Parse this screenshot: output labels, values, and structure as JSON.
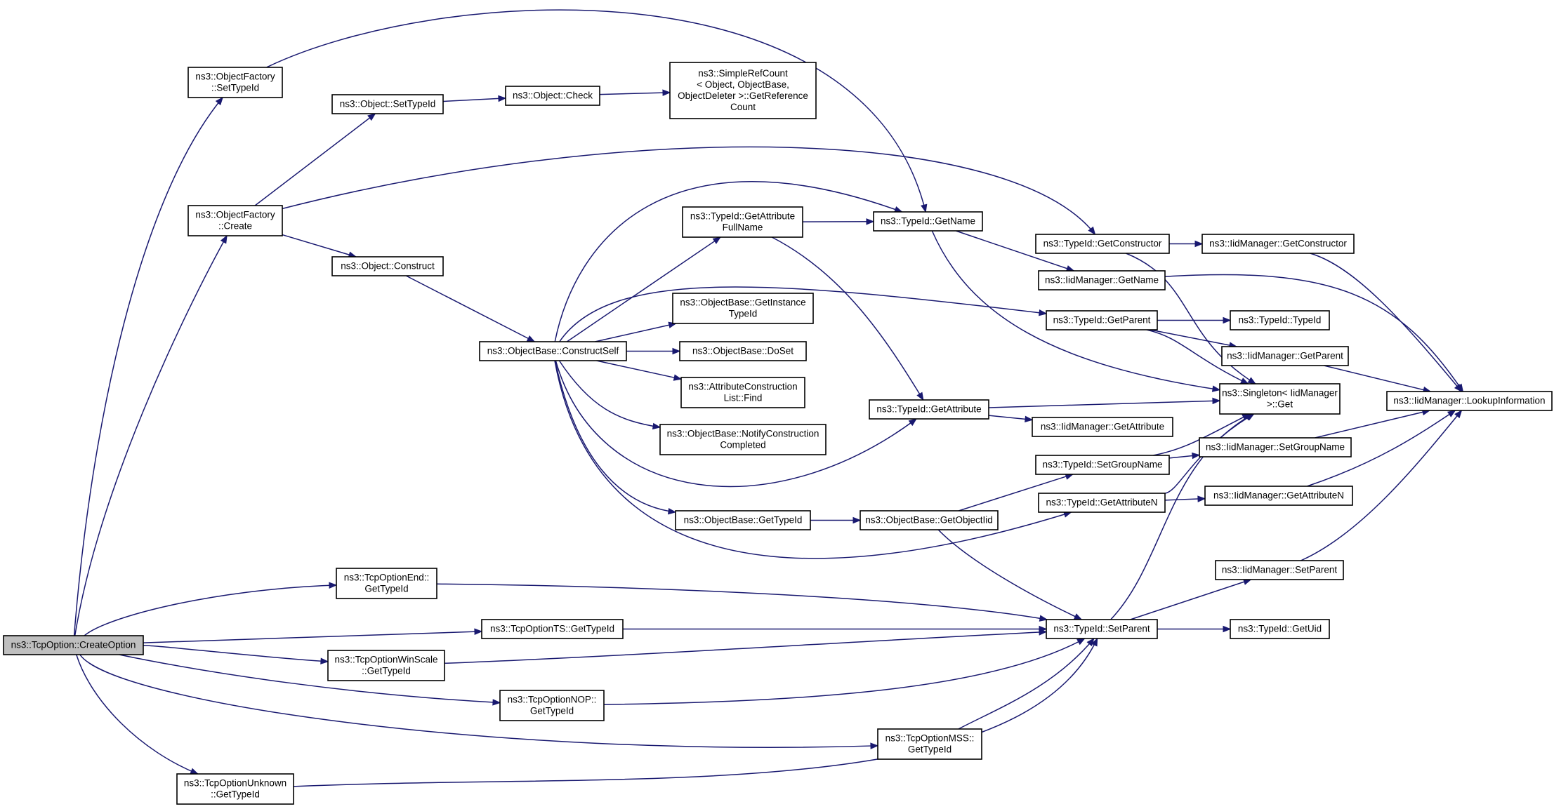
{
  "diagram": {
    "type": "call-graph",
    "root": "create_option",
    "nodes": [
      {
        "id": "create_option",
        "lines": [
          "ns3::TcpOption::CreateOption"
        ],
        "root": true
      },
      {
        "id": "of_settypeid",
        "lines": [
          "ns3::ObjectFactory",
          "::SetTypeId"
        ]
      },
      {
        "id": "of_create",
        "lines": [
          "ns3::ObjectFactory",
          "::Create"
        ]
      },
      {
        "id": "tcpend",
        "lines": [
          "ns3::TcpOptionEnd::",
          "GetTypeId"
        ]
      },
      {
        "id": "tcpts",
        "lines": [
          "ns3::TcpOptionTS::GetTypeId"
        ]
      },
      {
        "id": "tcpwin",
        "lines": [
          "ns3::TcpOptionWinScale",
          "::GetTypeId"
        ]
      },
      {
        "id": "tcpnop",
        "lines": [
          "ns3::TcpOptionNOP::",
          "GetTypeId"
        ]
      },
      {
        "id": "tcpmss",
        "lines": [
          "ns3::TcpOptionMSS::",
          "GetTypeId"
        ]
      },
      {
        "id": "tcpunk",
        "lines": [
          "ns3::TcpOptionUnknown",
          "::GetTypeId"
        ]
      },
      {
        "id": "tid_getname",
        "lines": [
          "ns3::TypeId::GetName"
        ]
      },
      {
        "id": "tid_setparent",
        "lines": [
          "ns3::TypeId::SetParent"
        ]
      },
      {
        "id": "obj_settypeid",
        "lines": [
          "ns3::Object::SetTypeId"
        ]
      },
      {
        "id": "obj_check",
        "lines": [
          "ns3::Object::Check"
        ]
      },
      {
        "id": "srefcount",
        "lines": [
          "ns3::SimpleRefCount",
          "< Object, ObjectBase,",
          "ObjectDeleter >::GetReference",
          "Count"
        ]
      },
      {
        "id": "tid_getconstructor",
        "lines": [
          "ns3::TypeId::GetConstructor"
        ]
      },
      {
        "id": "obj_construct",
        "lines": [
          "ns3::Object::Construct"
        ]
      },
      {
        "id": "ob_constructself",
        "lines": [
          "ns3::ObjectBase::ConstructSelf"
        ]
      },
      {
        "id": "tid_getattrfullname",
        "lines": [
          "ns3::TypeId::GetAttribute",
          "FullName"
        ]
      },
      {
        "id": "ob_getinstancetypeid",
        "lines": [
          "ns3::ObjectBase::GetInstance",
          "TypeId"
        ]
      },
      {
        "id": "ob_doset",
        "lines": [
          "ns3::ObjectBase::DoSet"
        ]
      },
      {
        "id": "acl_find",
        "lines": [
          "ns3::AttributeConstruction",
          "List::Find"
        ]
      },
      {
        "id": "ob_notify",
        "lines": [
          "ns3::ObjectBase::NotifyConstruction",
          "Completed"
        ]
      },
      {
        "id": "ob_gettypeid",
        "lines": [
          "ns3::ObjectBase::GetTypeId"
        ]
      },
      {
        "id": "tid_getattribute",
        "lines": [
          "ns3::TypeId::GetAttribute"
        ]
      },
      {
        "id": "tid_getparent",
        "lines": [
          "ns3::TypeId::GetParent"
        ]
      },
      {
        "id": "tid_getattributen",
        "lines": [
          "ns3::TypeId::GetAttributeN"
        ]
      },
      {
        "id": "ob_getobjectiid",
        "lines": [
          "ns3::ObjectBase::GetObjectIid"
        ]
      },
      {
        "id": "tid_setgroupname",
        "lines": [
          "ns3::TypeId::SetGroupName"
        ]
      },
      {
        "id": "singleton_get",
        "lines": [
          "ns3::Singleton< IidManager",
          ">::Get"
        ]
      },
      {
        "id": "iid_getconstructor",
        "lines": [
          "ns3::IidManager::GetConstructor"
        ]
      },
      {
        "id": "iid_getname",
        "lines": [
          "ns3::IidManager::GetName"
        ]
      },
      {
        "id": "tid_typeid",
        "lines": [
          "ns3::TypeId::TypeId"
        ]
      },
      {
        "id": "iid_getparent",
        "lines": [
          "ns3::IidManager::GetParent"
        ]
      },
      {
        "id": "iid_getattribute",
        "lines": [
          "ns3::IidManager::GetAttribute"
        ]
      },
      {
        "id": "iid_setgroupname",
        "lines": [
          "ns3::IidManager::SetGroupName"
        ]
      },
      {
        "id": "iid_getattributen",
        "lines": [
          "ns3::IidManager::GetAttributeN"
        ]
      },
      {
        "id": "iid_setparent",
        "lines": [
          "ns3::IidManager::SetParent"
        ]
      },
      {
        "id": "tid_getuid",
        "lines": [
          "ns3::TypeId::GetUid"
        ]
      },
      {
        "id": "iid_lookup",
        "lines": [
          "ns3::IidManager::LookupInformation"
        ]
      }
    ],
    "edges": [
      [
        "create_option",
        "of_settypeid"
      ],
      [
        "create_option",
        "of_create"
      ],
      [
        "create_option",
        "tcpend"
      ],
      [
        "create_option",
        "tcpts"
      ],
      [
        "create_option",
        "tcpwin"
      ],
      [
        "create_option",
        "tcpnop"
      ],
      [
        "create_option",
        "tcpmss"
      ],
      [
        "create_option",
        "tcpunk"
      ],
      [
        "of_settypeid",
        "tid_getname"
      ],
      [
        "of_create",
        "obj_settypeid"
      ],
      [
        "of_create",
        "tid_getconstructor"
      ],
      [
        "of_create",
        "obj_construct"
      ],
      [
        "obj_settypeid",
        "obj_check"
      ],
      [
        "obj_check",
        "srefcount"
      ],
      [
        "obj_construct",
        "ob_constructself"
      ],
      [
        "ob_constructself",
        "tid_getname"
      ],
      [
        "ob_constructself",
        "tid_getattrfullname"
      ],
      [
        "ob_constructself",
        "tid_getparent"
      ],
      [
        "ob_constructself",
        "ob_getinstancetypeid"
      ],
      [
        "ob_constructself",
        "ob_doset"
      ],
      [
        "ob_constructself",
        "acl_find"
      ],
      [
        "ob_constructself",
        "ob_notify"
      ],
      [
        "ob_constructself",
        "tid_getattribute"
      ],
      [
        "ob_constructself",
        "ob_gettypeid"
      ],
      [
        "ob_constructself",
        "tid_getattributen"
      ],
      [
        "tid_getattrfullname",
        "tid_getname"
      ],
      [
        "tid_getattrfullname",
        "tid_getattribute"
      ],
      [
        "tid_getname",
        "iid_getname"
      ],
      [
        "tid_getname",
        "singleton_get"
      ],
      [
        "tid_getconstructor",
        "iid_getconstructor"
      ],
      [
        "tid_getconstructor",
        "singleton_get"
      ],
      [
        "iid_getname",
        "iid_lookup"
      ],
      [
        "iid_getconstructor",
        "iid_lookup"
      ],
      [
        "tid_getparent",
        "tid_typeid"
      ],
      [
        "tid_getparent",
        "iid_getparent"
      ],
      [
        "tid_getparent",
        "singleton_get"
      ],
      [
        "iid_getparent",
        "iid_lookup"
      ],
      [
        "tid_getattribute",
        "singleton_get"
      ],
      [
        "tid_getattribute",
        "iid_getattribute"
      ],
      [
        "ob_gettypeid",
        "ob_getobjectiid"
      ],
      [
        "ob_getobjectiid",
        "tid_setgroupname"
      ],
      [
        "ob_getobjectiid",
        "tid_setparent"
      ],
      [
        "tid_setgroupname",
        "singleton_get"
      ],
      [
        "tid_setgroupname",
        "iid_setgroupname"
      ],
      [
        "iid_setgroupname",
        "iid_lookup"
      ],
      [
        "tid_getattributen",
        "singleton_get"
      ],
      [
        "tid_getattributen",
        "iid_getattributen"
      ],
      [
        "iid_getattributen",
        "iid_lookup"
      ],
      [
        "tcpend",
        "tid_setparent"
      ],
      [
        "tcpts",
        "tid_setparent"
      ],
      [
        "tcpwin",
        "tid_setparent"
      ],
      [
        "tcpnop",
        "tid_setparent"
      ],
      [
        "tcpmss",
        "tid_setparent"
      ],
      [
        "tcpunk",
        "tid_setparent"
      ],
      [
        "tid_setparent",
        "singleton_get"
      ],
      [
        "tid_setparent",
        "iid_setparent"
      ],
      [
        "tid_setparent",
        "tid_getuid"
      ],
      [
        "iid_setparent",
        "iid_lookup"
      ]
    ]
  },
  "colors": {
    "edge": "#191970",
    "node_border": "#000000",
    "node_fill": "#ffffff",
    "root_fill": "#bfbfbf",
    "background": "#ffffff"
  }
}
